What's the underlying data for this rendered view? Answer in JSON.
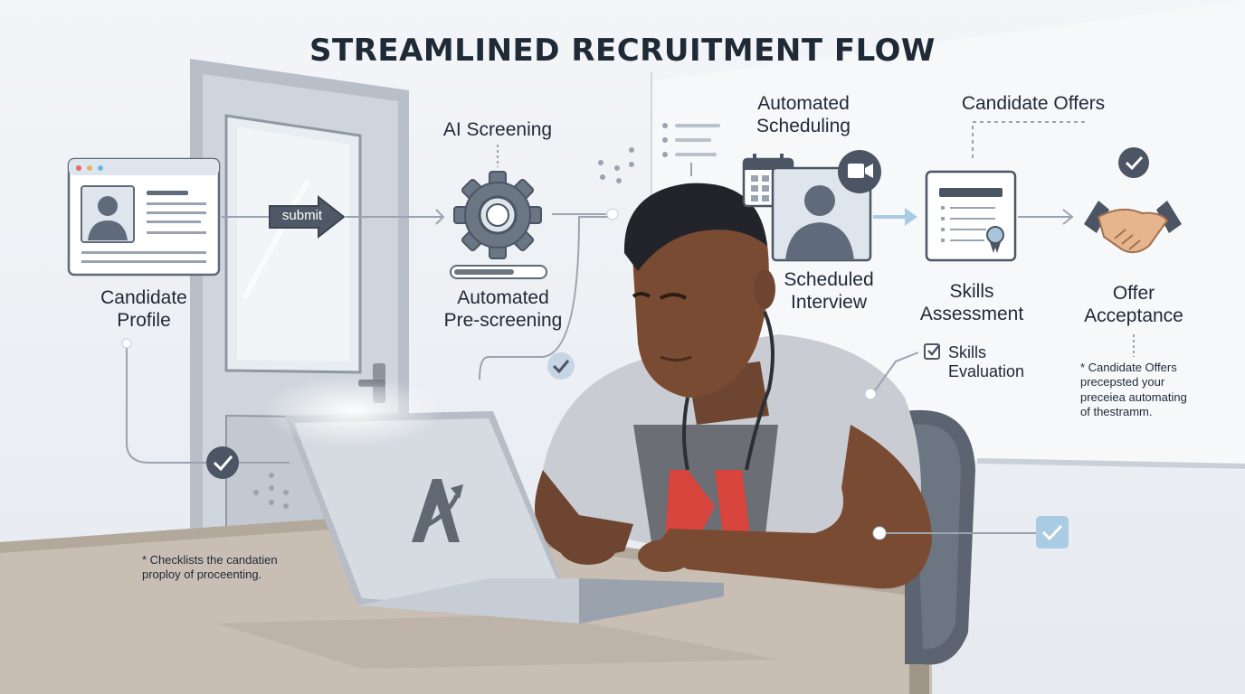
{
  "title": "STREAMLINED RECRUITMENT FLOW",
  "steps": {
    "candidate_profile": {
      "line1": "Candidate",
      "line2": "Profile"
    },
    "submit": "submit",
    "ai_screening": "AI Screening",
    "automated_prescreening": {
      "line1": "Automated",
      "line2": "Pre-screening"
    },
    "automated_scheduling": {
      "line1": "Automated",
      "line2": "Scheduling"
    },
    "scheduled_interview": {
      "line1": "Scheduled",
      "line2": "Interview"
    },
    "candidate_offers": "Candidate Offers",
    "skills_assessment": {
      "line1": "Skills",
      "line2": "Assessment"
    },
    "skills_evaluation": {
      "line1": "Skills",
      "line2": "Evaluation"
    },
    "offer_acceptance": {
      "line1": "Offer",
      "line2": "Acceptance"
    }
  },
  "notes": {
    "offers_note": {
      "line1": "* Candidate Offers",
      "line2": "precepsted your",
      "line3": "preceiea automating",
      "line4": "of thestramm."
    },
    "checklist_note": {
      "line1": "* Checklists the candatien",
      "line2": "proploy of proceenting."
    }
  },
  "colors": {
    "background": "#eef1f5",
    "icon_fill": "#5f6b7a",
    "panel": "#dfe5ec",
    "check": "#4b5563",
    "accent_blue": "#a9cbe4"
  },
  "icons": [
    "profile-card-icon",
    "submit-arrow-icon",
    "gear-icon",
    "calendar-icon",
    "video-camera-icon",
    "interview-avatar-icon",
    "certificate-icon",
    "handshake-icon",
    "check-icon"
  ]
}
